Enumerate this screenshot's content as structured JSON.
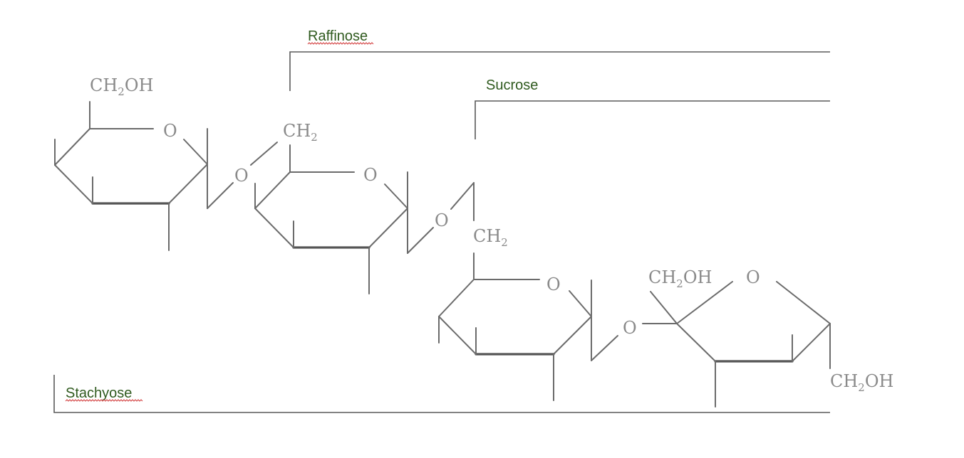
{
  "labels": {
    "raffinose": "Raffinose",
    "sucrose": "Sucrose",
    "stachyose": "Stachyose"
  },
  "groups": {
    "ch2oh": "CH",
    "ch2oh_sub": "2",
    "ch2oh_tail": "OH",
    "ch2": "CH",
    "ch2_sub": "2",
    "oxygen": "O"
  },
  "colors": {
    "label_green": "#2f5a1e",
    "bond_gray": "#6b6b6b",
    "text_gray": "#8a8a8a",
    "spellcheck_red": "#d23b3b"
  }
}
